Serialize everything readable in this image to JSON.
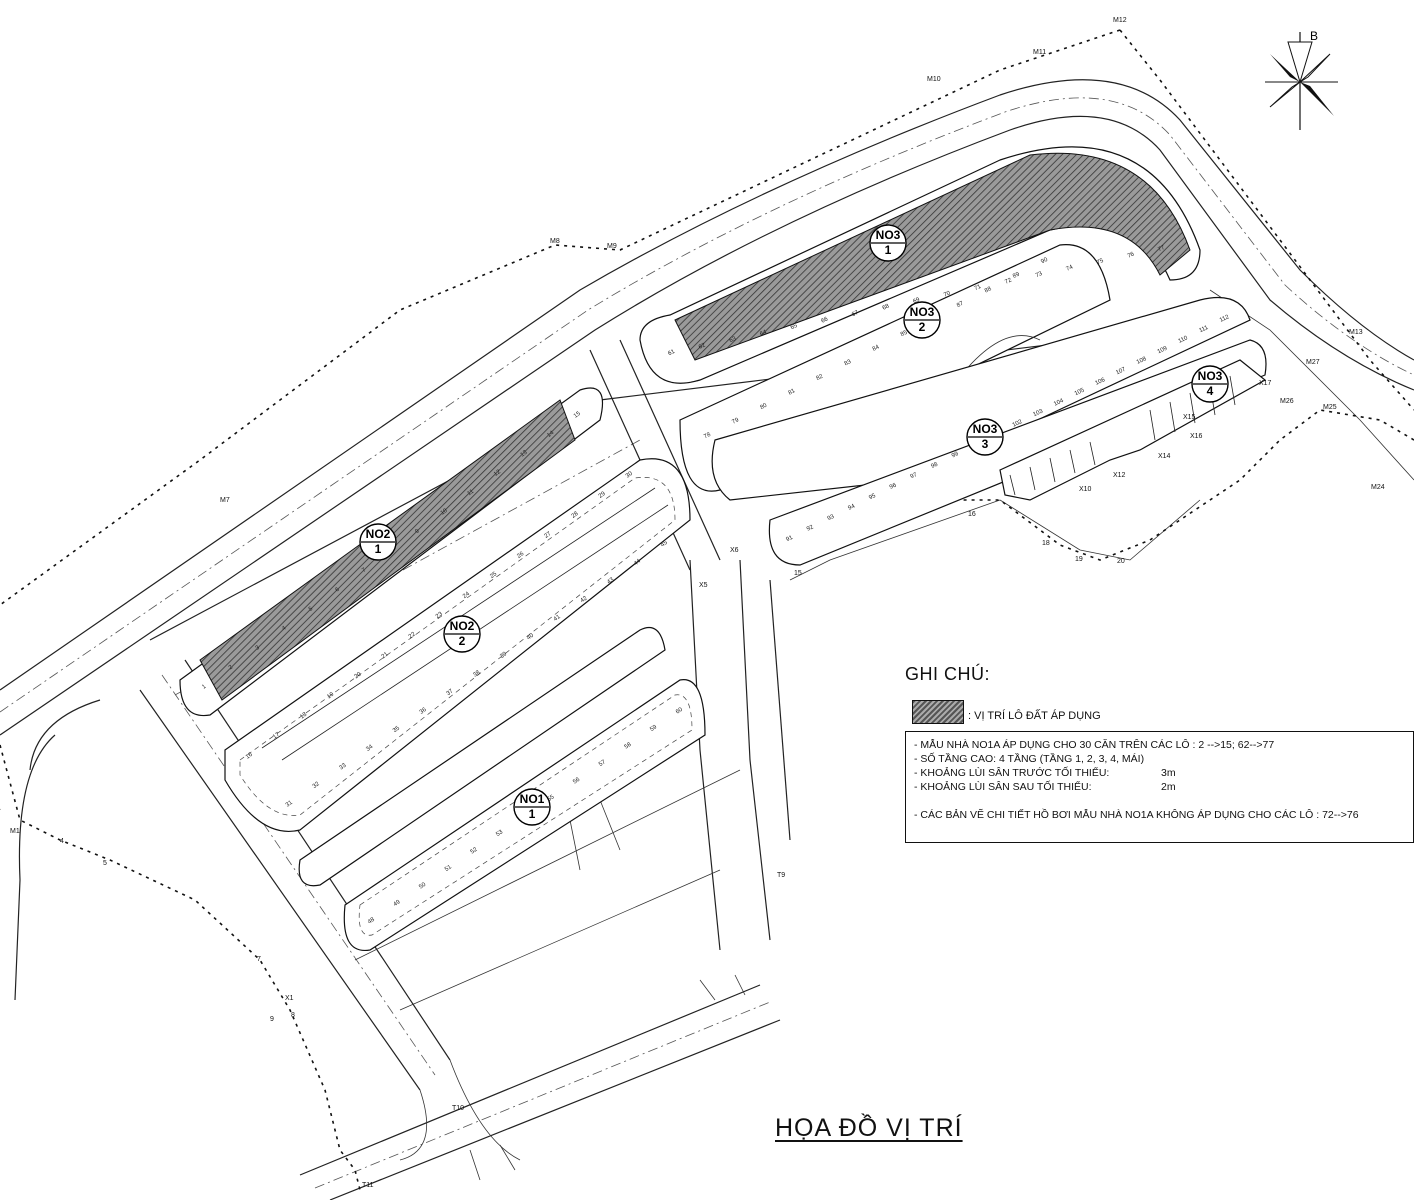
{
  "title": "HỌA ĐỒ VỊ TRÍ",
  "north": "B",
  "blocks": [
    {
      "name": "NO3",
      "num": "1"
    },
    {
      "name": "NO3",
      "num": "2"
    },
    {
      "name": "NO3",
      "num": "3"
    },
    {
      "name": "NO3",
      "num": "4"
    },
    {
      "name": "NO2",
      "num": "1"
    },
    {
      "name": "NO2",
      "num": "2"
    },
    {
      "name": "NO1",
      "num": "1"
    }
  ],
  "survey_points": [
    "M1",
    "M7",
    "M8",
    "M9",
    "M10",
    "M11",
    "M12",
    "M13",
    "M24",
    "M25",
    "M26",
    "M27",
    "X1",
    "X5",
    "X6",
    "X10",
    "X12",
    "X14",
    "X15",
    "X16",
    "X17",
    "T9",
    "T10",
    "T11",
    "4",
    "5",
    "7",
    "8",
    "9",
    "15",
    "16",
    "18",
    "19",
    "20"
  ],
  "lots": {
    "no2_1": [
      "1",
      "2",
      "3",
      "4",
      "5",
      "6",
      "7",
      "8",
      "9",
      "10",
      "11",
      "12",
      "13",
      "14",
      "15"
    ],
    "no2_2_top": [
      "16",
      "17",
      "18",
      "19",
      "20",
      "21",
      "22",
      "23",
      "24",
      "25",
      "26",
      "27",
      "28",
      "29",
      "30"
    ],
    "no2_2_bottom": [
      "31",
      "32",
      "33",
      "34",
      "35",
      "36",
      "37",
      "38",
      "39",
      "40",
      "41",
      "42",
      "43",
      "44",
      "45"
    ],
    "no1_1": [
      "48",
      "49",
      "50",
      "51",
      "52",
      "53",
      "54",
      "55",
      "56",
      "57",
      "58",
      "59",
      "60"
    ],
    "no3_1": [
      "61",
      "62",
      "63",
      "64",
      "65",
      "66",
      "67",
      "68",
      "69",
      "70",
      "71",
      "72",
      "73",
      "74",
      "75",
      "76",
      "77"
    ],
    "no3_2": [
      "78",
      "79",
      "80",
      "81",
      "82",
      "83",
      "84",
      "85",
      "86",
      "87",
      "88",
      "89",
      "90"
    ],
    "no3_3": [
      "91",
      "92",
      "93",
      "94",
      "95",
      "96",
      "97",
      "98",
      "99",
      "100",
      "101",
      "102",
      "103",
      "104",
      "105",
      "106",
      "107",
      "108",
      "109",
      "110",
      "111",
      "112"
    ]
  },
  "legend": {
    "title": "GHI CHÚ:",
    "swatch_label": ": VỊ TRÍ LÔ ĐẤT ÁP DỤNG",
    "notes": [
      {
        "text": "- MẪU NHÀ NO1A ÁP DỤNG CHO 30 CĂN TRÊN CÁC LÔ :  2 -->15; 62-->77",
        "value": ""
      },
      {
        "text": "- SỐ TẦNG CAO:  4 TẦNG (TẦNG 1, 2, 3, 4, MÁI)",
        "value": ""
      },
      {
        "text": "- KHOẢNG LÙI SÂN TRƯỚC TỐI THIỂU:",
        "value": "3m"
      },
      {
        "text": "- KHOẢNG LÙI SÂN SAU TỐI THIỂU:",
        "value": "2m"
      }
    ],
    "note_last": "- CÁC BẢN VẼ CHI TIẾT HỒ BƠI MẪU NHÀ NO1A KHÔNG ÁP DỤNG CHO CÁC LÔ : 72-->76"
  }
}
